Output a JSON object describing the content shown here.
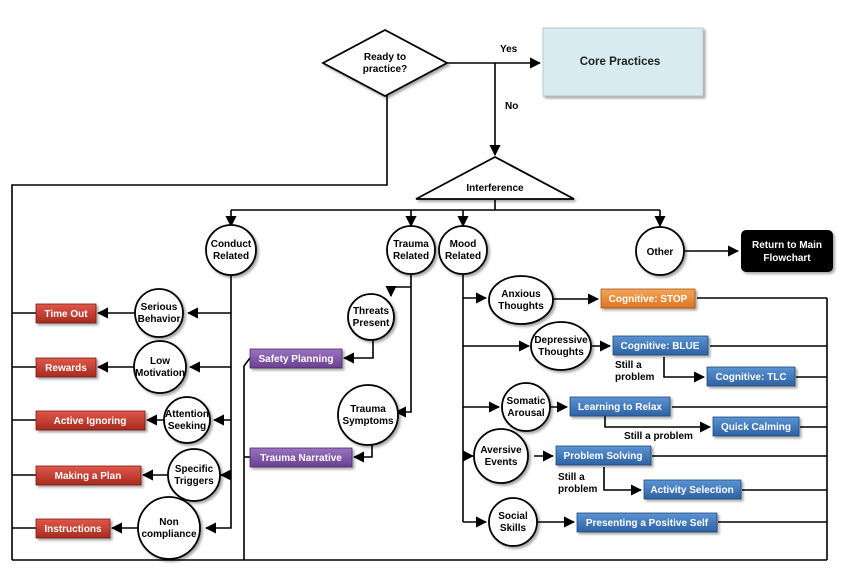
{
  "decision": {
    "line1": "Ready to",
    "line2": "practice?"
  },
  "core": {
    "label": "Core Practices"
  },
  "interference": {
    "label": "Interference"
  },
  "edges": {
    "yes": "Yes",
    "no": "No",
    "still1": "Still a",
    "still2": "problem",
    "still_inline": "Still a problem"
  },
  "categories": {
    "conduct": {
      "line1": "Conduct",
      "line2": "Related"
    },
    "trauma": {
      "line1": "Trauma",
      "line2": "Related"
    },
    "mood": {
      "line1": "Mood",
      "line2": "Related"
    },
    "other": {
      "line1": "Other"
    }
  },
  "return_box": {
    "line1": "Return to Main",
    "line2": "Flowchart"
  },
  "conduct_items": [
    {
      "line1": "Serious",
      "line2": "Behavior",
      "action": "Time Out"
    },
    {
      "line1": "Low",
      "line2": "Motivation",
      "action": "Rewards"
    },
    {
      "line1": "Attention",
      "line2": "Seeking",
      "action": "Active Ignoring"
    },
    {
      "line1": "Specific",
      "line2": "Triggers",
      "action": "Making a Plan"
    },
    {
      "line1": "Non",
      "line2": "compliance",
      "action": "Instructions"
    }
  ],
  "trauma_items": [
    {
      "line1": "Threats",
      "line2": "Present",
      "action": "Safety Planning"
    },
    {
      "line1": "Trauma",
      "line2": "Symptoms",
      "action": "Trauma Narrative"
    }
  ],
  "mood_items": [
    {
      "line1": "Anxious",
      "line2": "Thoughts",
      "action": "Cognitive: STOP"
    },
    {
      "line1": "Depressive",
      "line2": "Thoughts",
      "action": "Cognitive: BLUE",
      "followup": "Cognitive: TLC"
    },
    {
      "line1": "Somatic",
      "line2": "Arousal",
      "action": "Learning to Relax",
      "followup": "Quick Calming"
    },
    {
      "line1": "Aversive",
      "line2": "Events",
      "action": "Problem Solving",
      "followup": "Activity Selection"
    },
    {
      "line1": "Social",
      "line2": "Skills",
      "action": "Presenting a Positive Self"
    }
  ],
  "colors": {
    "red": "#c0392b",
    "purple": "#7d4fa3",
    "blue": "#3a73b8",
    "orange": "#e8832a",
    "core_fill": "#d7ebf0",
    "black_box": "#000000"
  }
}
